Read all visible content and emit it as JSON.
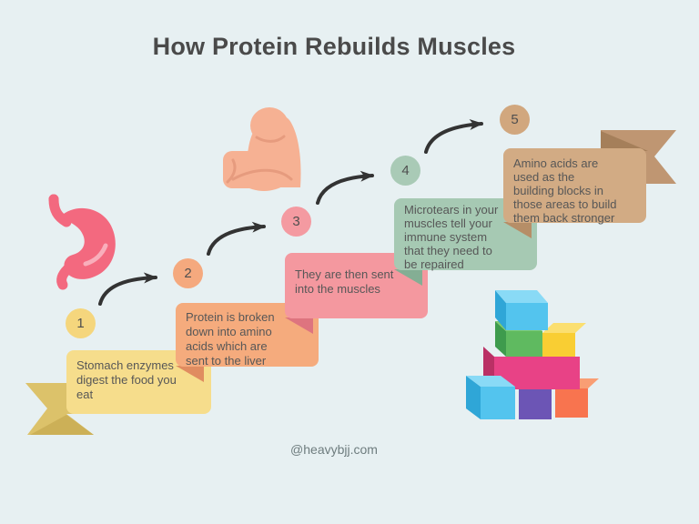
{
  "page": {
    "title": "How Protein Rebuilds Muscles",
    "watermark": "@heavybjj.com"
  },
  "colors": {
    "background": "#e7f0f2",
    "title": "#4a4a4a",
    "box_text": "#575757",
    "arrow": "#333333",
    "watermark": "#6e7c7e",
    "ribbon_left": "#dcc26a",
    "ribbon_left_fold": "#ccb057",
    "ribbon_right": "#bf9672",
    "ribbon_right_fold": "#a57f5a",
    "stomach": "#f3697f",
    "stomach_highlight": "#f9aebb",
    "bicep": "#f6b193",
    "bicep_line": "#e69b7e",
    "blocks": {
      "cyan_front": "#53c4ee",
      "cyan_top": "#89daf6",
      "cyan_side": "#2fa6d7",
      "green_front": "#5fba60",
      "green_top": "#80cb6c",
      "green_side": "#3e9b4d",
      "yellow_front": "#f9ce33",
      "yellow_top": "#fbdf70",
      "magenta_front": "#e84286",
      "magenta_side": "#ba3065",
      "purple_front": "#6c55b5",
      "coral_front": "#f8744f",
      "coral_top": "#f99e74"
    }
  },
  "steps": [
    {
      "number": "1",
      "text": "Stomach enzymes\ndigest the food you\neat",
      "box_color": "#f6dd8c",
      "circle_color": "#f5d67d",
      "fold_color": "#dcc26a"
    },
    {
      "number": "2",
      "text": "Protein is broken\ndown into amino\nacids which are\nsent to the liver",
      "box_color": "#f5ab7d",
      "circle_color": "#f5a97e",
      "fold_color": "#e08c60"
    },
    {
      "number": "3",
      "text": "They are then sent\ninto the muscles",
      "box_color": "#f4989f",
      "circle_color": "#f49aa1",
      "fold_color": "#de747f"
    },
    {
      "number": "4",
      "text": "Microtears in your\nmuscles tell your\nimmune system\nthat they need to\nbe repaired",
      "box_color": "#a6c9b3",
      "circle_color": "#a9cab6",
      "fold_color": "#84ae94"
    },
    {
      "number": "5",
      "text": "Amino acids are\nused as the\nbuilding blocks in\nthose areas to build\nthem back stronger",
      "box_color": "#d2ab84",
      "circle_color": "#d1a77e",
      "fold_color": "#b68e67"
    }
  ],
  "icons": {
    "stomach": "stomach-illustration",
    "bicep": "flexed-bicep-illustration",
    "blocks": "building-blocks-illustration",
    "arrows": "curved-step-arrows"
  }
}
